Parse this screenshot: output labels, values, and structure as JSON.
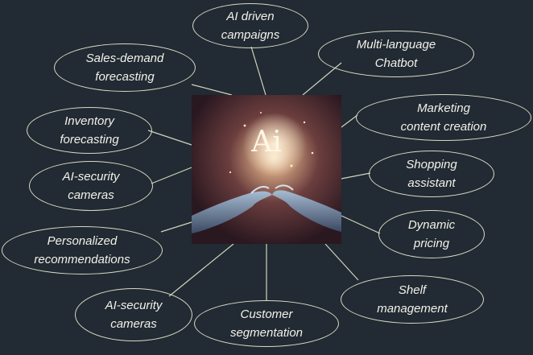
{
  "center": {
    "label": "Ai"
  },
  "nodes": [
    {
      "id": "ai-driven-campaigns",
      "lines": [
        "AI driven",
        "campaigns"
      ]
    },
    {
      "id": "multi-language-chatbot",
      "lines": [
        "Multi-language",
        "Chatbot"
      ]
    },
    {
      "id": "sales-demand-forecasting",
      "lines": [
        "Sales-demand",
        "forecasting"
      ]
    },
    {
      "id": "marketing-content-creation",
      "lines": [
        "Marketing",
        "content creation"
      ]
    },
    {
      "id": "inventory-forecasting",
      "lines": [
        "Inventory",
        "forecasting"
      ]
    },
    {
      "id": "shopping-assistant",
      "lines": [
        "Shopping",
        "assistant"
      ]
    },
    {
      "id": "ai-security-cameras-left",
      "lines": [
        "AI-security",
        "cameras"
      ]
    },
    {
      "id": "dynamic-pricing",
      "lines": [
        "Dynamic",
        "pricing"
      ]
    },
    {
      "id": "personalized-recommendations",
      "lines": [
        "Personalized",
        "recommendations"
      ]
    },
    {
      "id": "shelf-management",
      "lines": [
        "Shelf",
        "management"
      ]
    },
    {
      "id": "ai-security-cameras-bottom",
      "lines": [
        "AI-security",
        "cameras"
      ]
    },
    {
      "id": "customer-segmentation",
      "lines": [
        "Customer",
        "segmentation"
      ]
    }
  ]
}
